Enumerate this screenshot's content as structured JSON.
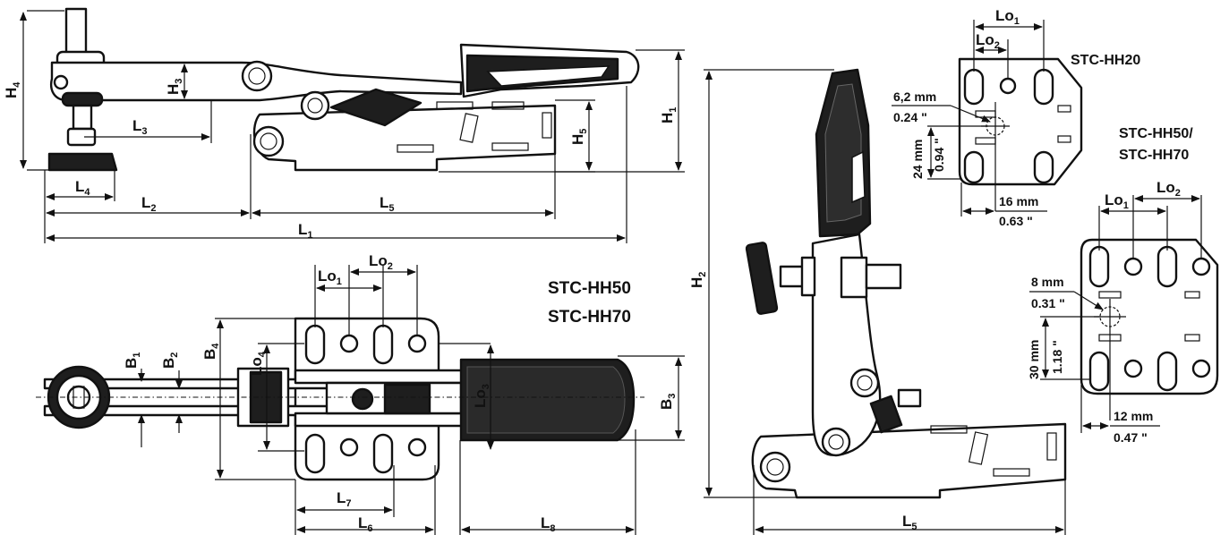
{
  "side_view": {
    "H4": "H",
    "H4_sub": "4",
    "H3": "H",
    "H3_sub": "3",
    "H5": "H",
    "H5_sub": "5",
    "H1": "H",
    "H1_sub": "1",
    "L3": "L",
    "L3_sub": "3",
    "L4": "L",
    "L4_sub": "4",
    "L2": "L",
    "L2_sub": "2",
    "L5": "L",
    "L5_sub": "5",
    "L1": "L",
    "L1_sub": "1"
  },
  "top_view": {
    "model_1": "STC-HH50",
    "model_2": "STC-HH70",
    "Lo1": "Lo",
    "Lo1_sub": "1",
    "Lo2": "Lo",
    "Lo2_sub": "2",
    "Lo4": "Lo",
    "Lo4_sub": "4",
    "Lo3": "Lo",
    "Lo3_sub": "3",
    "B1": "B",
    "B1_sub": "1",
    "B2": "B",
    "B2_sub": "2",
    "B4": "B",
    "B4_sub": "4",
    "B3": "B",
    "B3_sub": "3",
    "L7": "L",
    "L7_sub": "7",
    "L6": "L",
    "L6_sub": "6",
    "L8": "L",
    "L8_sub": "8"
  },
  "open_view": {
    "H2": "H",
    "H2_sub": "2",
    "L5": "L",
    "L5_sub": "5"
  },
  "hh20_plate": {
    "model": "STC-HH20",
    "Lo1": "Lo",
    "Lo1_sub": "1",
    "Lo2": "Lo",
    "Lo2_sub": "2",
    "hole_mm": "6,2 mm",
    "hole_in": "0.24 \"",
    "v_mm": "24 mm",
    "v_in": "0.94 \"",
    "h_mm": "16 mm",
    "h_in": "0.63 \""
  },
  "hh50_plate": {
    "model_1": "STC-HH50/",
    "model_2": "STC-HH70",
    "Lo1": "Lo",
    "Lo1_sub": "1",
    "Lo2": "Lo",
    "Lo2_sub": "2",
    "hole_mm": "8 mm",
    "hole_in": "0.31 \"",
    "v_mm": "30 mm",
    "v_in": "1.18 \"",
    "h_mm": "12 mm",
    "h_in": "0.47 \""
  }
}
